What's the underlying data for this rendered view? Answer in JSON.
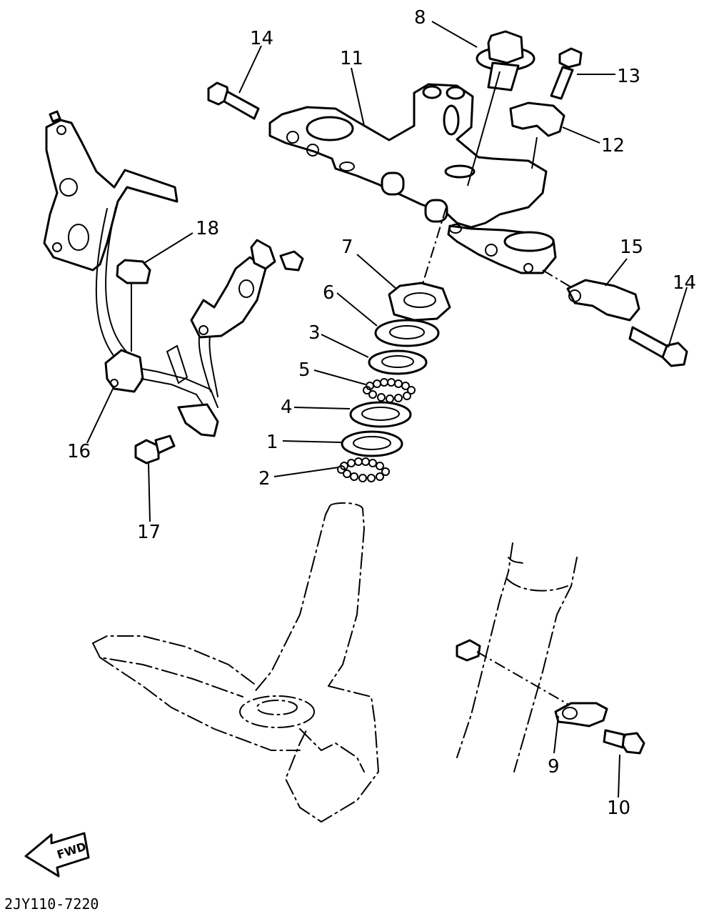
{
  "diagram": {
    "document_code": "2JY110-7220",
    "direction_label": "FWD",
    "callouts": [
      {
        "id": "c1",
        "label": "1"
      },
      {
        "id": "c2",
        "label": "2"
      },
      {
        "id": "c3",
        "label": "3"
      },
      {
        "id": "c4",
        "label": "4"
      },
      {
        "id": "c5",
        "label": "5"
      },
      {
        "id": "c6",
        "label": "6"
      },
      {
        "id": "c7",
        "label": "7"
      },
      {
        "id": "c8",
        "label": "8"
      },
      {
        "id": "c9",
        "label": "9"
      },
      {
        "id": "c10",
        "label": "10"
      },
      {
        "id": "c11",
        "label": "11"
      },
      {
        "id": "c12",
        "label": "12"
      },
      {
        "id": "c13",
        "label": "13"
      },
      {
        "id": "c14a",
        "label": "14"
      },
      {
        "id": "c14b",
        "label": "14"
      },
      {
        "id": "c15",
        "label": "15"
      },
      {
        "id": "c16",
        "label": "16"
      },
      {
        "id": "c17",
        "label": "17"
      },
      {
        "id": "c18",
        "label": "18"
      }
    ]
  }
}
